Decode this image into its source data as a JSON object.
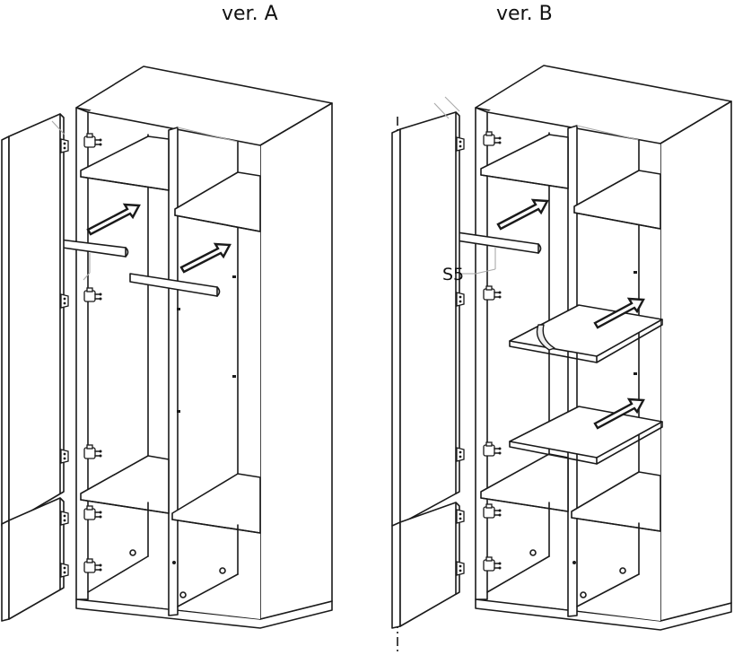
{
  "labels": {
    "version_a": "ver. A",
    "version_b": "ver. B",
    "callout_s5": "S5"
  }
}
